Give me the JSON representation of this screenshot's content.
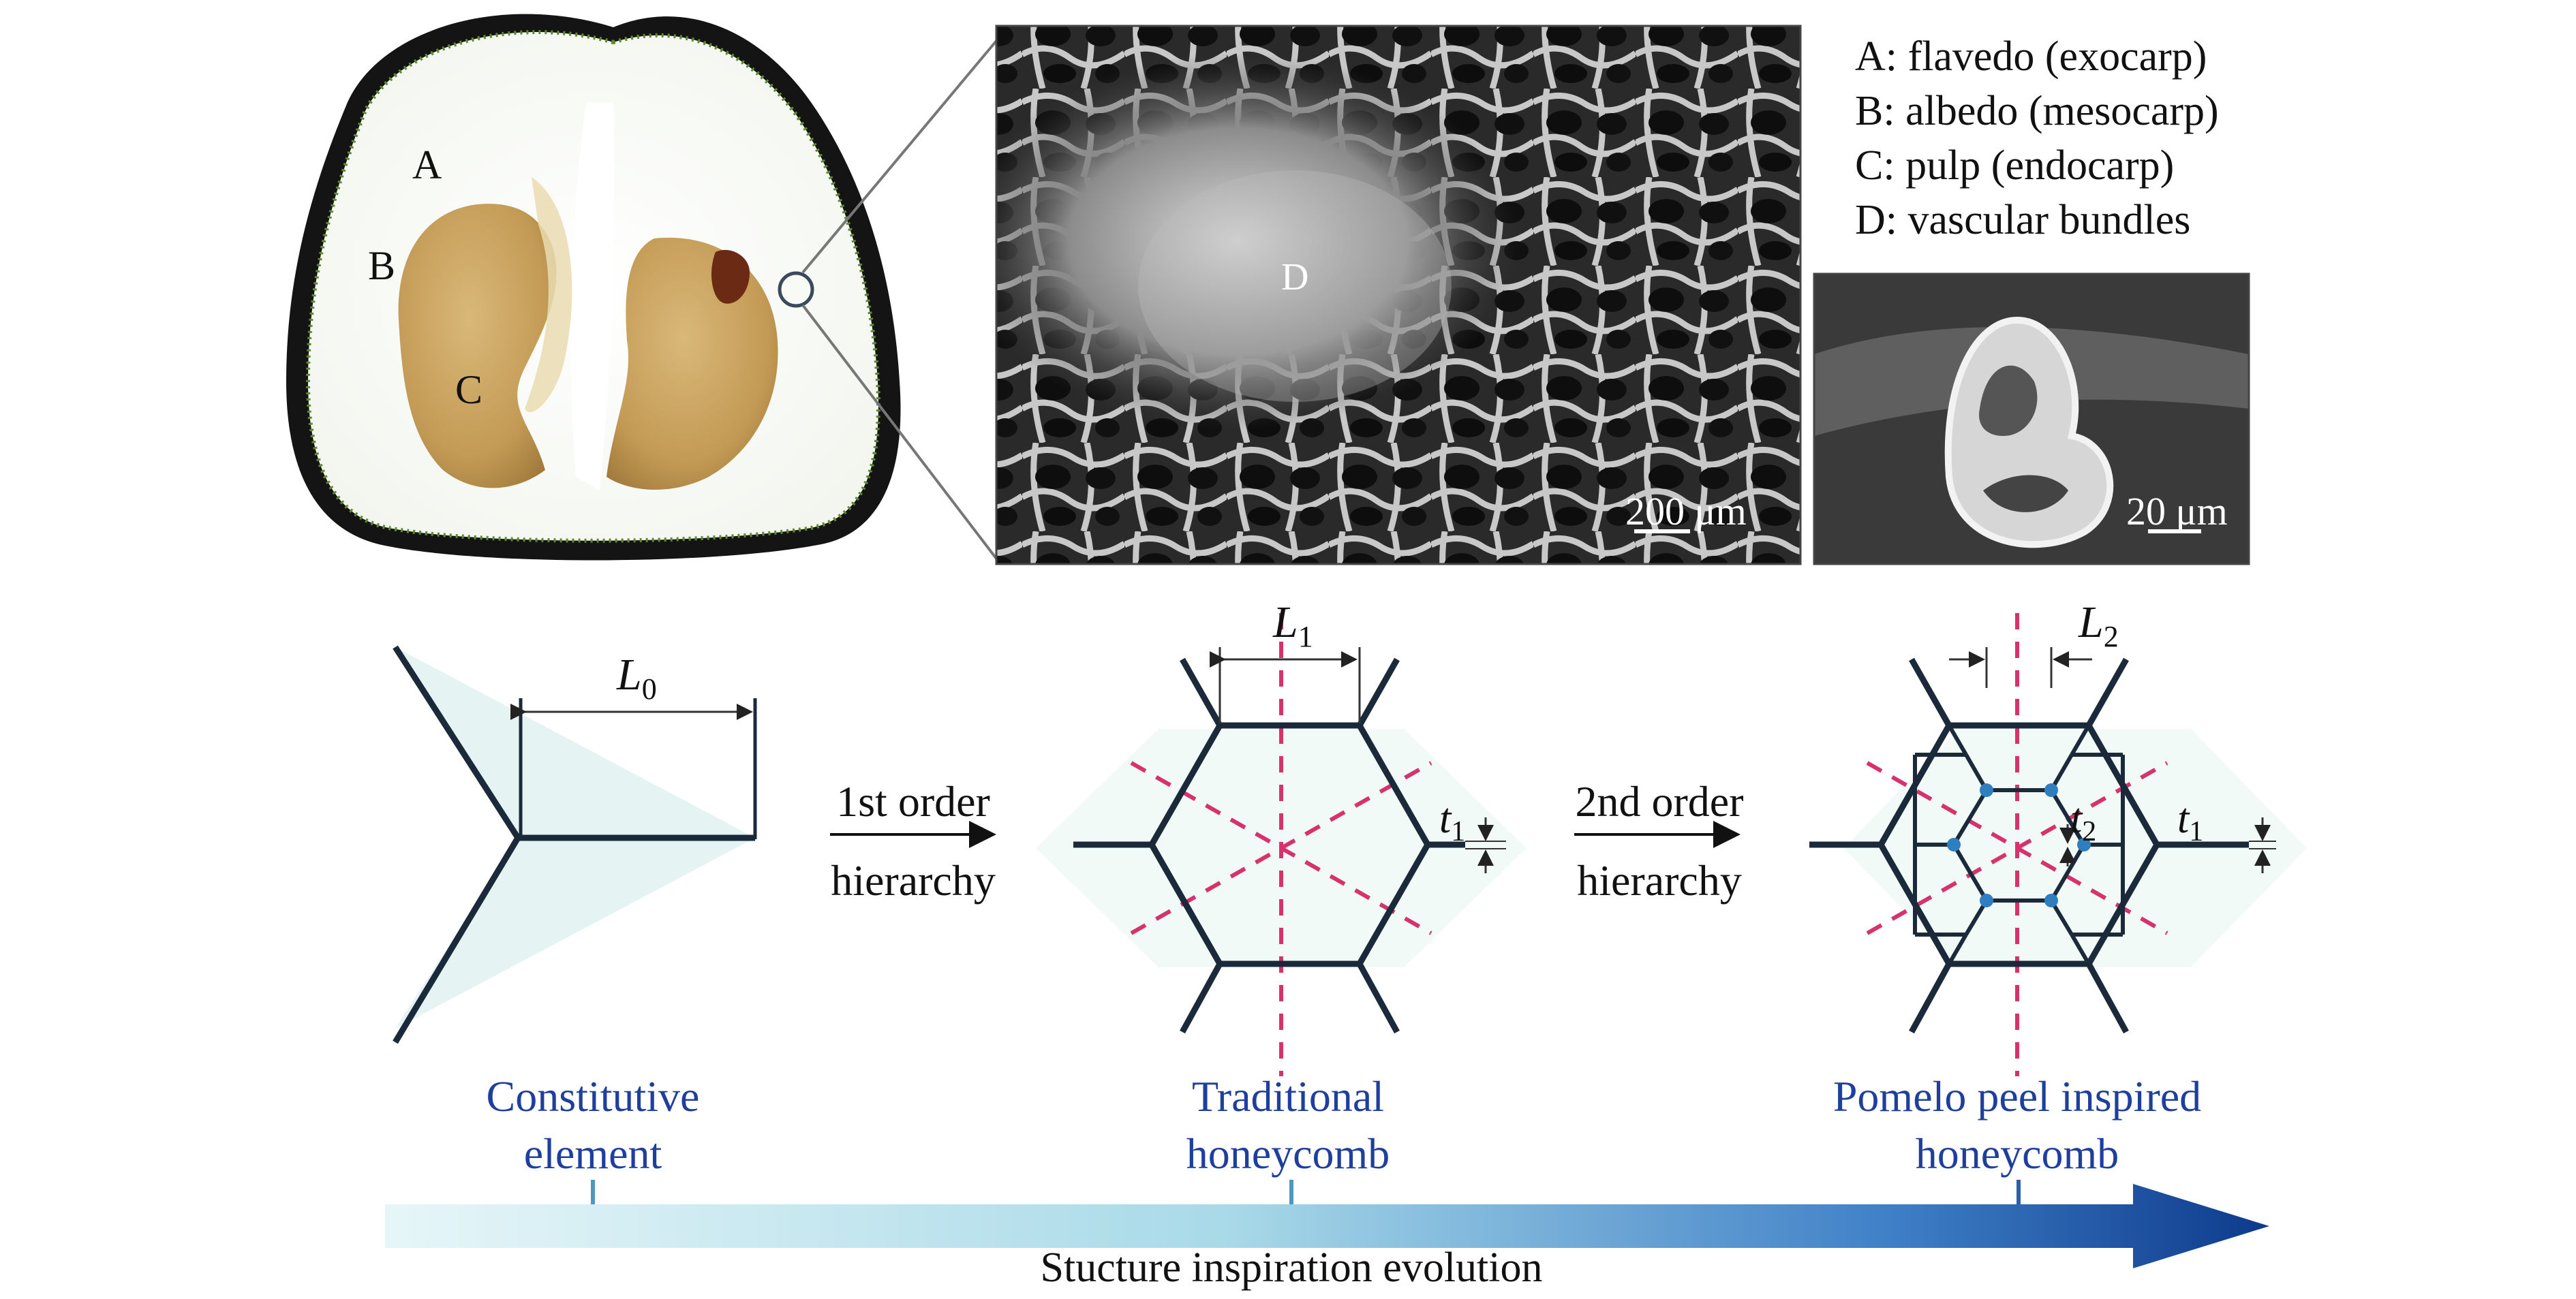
{
  "photo": {
    "label_a": "A",
    "label_b": "B",
    "label_c": "C"
  },
  "sem_large": {
    "label_d": "D",
    "scale": "200 μm"
  },
  "sem_small": {
    "scale": "20 μm"
  },
  "legend": {
    "a": "A: flavedo (exocarp)",
    "b": "B: albedo (mesocarp)",
    "c": "C: pulp (endocarp)",
    "d": "D: vascular bundles"
  },
  "dimensions": {
    "l0": "L",
    "l0_sub": "0",
    "l1": "L",
    "l1_sub": "1",
    "l2": "L",
    "l2_sub": "2",
    "t1": "t",
    "t1_sub": "1",
    "t1b": "t",
    "t1b_sub": "1",
    "t2": "t",
    "t2_sub": "2"
  },
  "arrows": {
    "first_top": "1st order",
    "first_bottom": "hierarchy",
    "second_top": "2nd order",
    "second_bottom": "hierarchy"
  },
  "stages": {
    "constitutive_1": "Constitutive",
    "constitutive_2": "element",
    "traditional_1": "Traditional",
    "traditional_2": "honeycomb",
    "pomelo_1": "Pomelo peel inspired",
    "pomelo_2": "honeycomb"
  },
  "evolution": {
    "title": "Stucture inspiration evolution"
  },
  "colors": {
    "stage_label": "#1f3f9e",
    "dashed": "#d6336c",
    "structure": "#1b2a3a",
    "evolution_start": "#e6f6f8",
    "evolution_end": "#0d3a8c"
  }
}
